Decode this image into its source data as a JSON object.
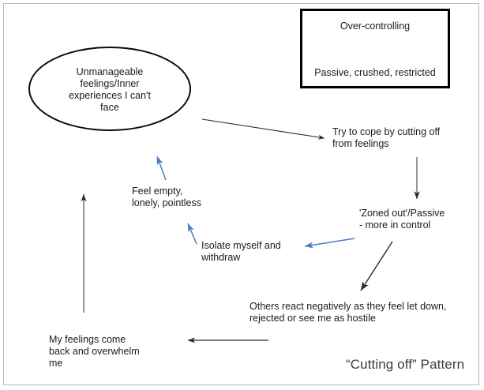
{
  "diagram": {
    "title": "“Cutting off” Pattern",
    "frame_color": "#b9b9b9",
    "arrow_colors": {
      "black": "#2b2b2b",
      "blue": "#4a7ebb"
    },
    "nodes": {
      "core_ellipse": "Unmanageable\nfeelings/Inner\nexperiences I can't\nface",
      "over_controlling": "Over-controlling",
      "passive_crushed": "Passive, crushed, restricted",
      "try_to_cope": "Try to cope by cutting off\nfrom feelings",
      "zoned_out": "'Zoned out'/Passive\n- more in control",
      "others_react": "Others react negatively as they feel let down,\nrejected or see me as hostile",
      "feel_empty": "Feel empty,\nlonely, pointless",
      "isolate": "Isolate myself and\nwithdraw",
      "my_feelings": "My feelings come\nback and overwhelm\nme"
    },
    "arrows": [
      {
        "name": "over-controlling-to-passive",
        "style": "double-headed",
        "color": "#2b2b2b"
      },
      {
        "name": "ellipse-to-try-to-cope",
        "style": "single",
        "color": "#2b2b2b"
      },
      {
        "name": "try-to-cope-to-zoned-out",
        "style": "single",
        "color": "#2b2b2b"
      },
      {
        "name": "zoned-out-to-others-react",
        "style": "single",
        "color": "#2b2b2b"
      },
      {
        "name": "others-react-to-my-feelings",
        "style": "single",
        "color": "#2b2b2b"
      },
      {
        "name": "my-feelings-to-feel-empty",
        "style": "single",
        "color": "#2b2b2b"
      },
      {
        "name": "feel-empty-to-ellipse",
        "style": "single",
        "color": "#4a7ebb"
      },
      {
        "name": "isolate-to-feel-empty",
        "style": "single",
        "color": "#4a7ebb"
      },
      {
        "name": "zoned-out-to-isolate",
        "style": "single",
        "color": "#4a7ebb"
      }
    ]
  }
}
